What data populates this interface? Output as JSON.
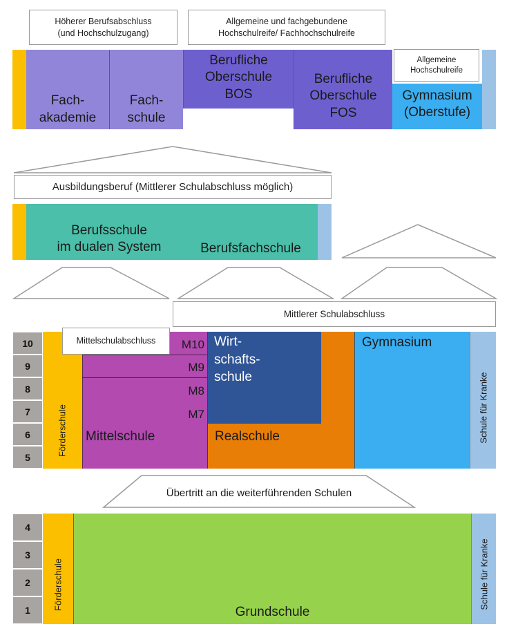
{
  "colors": {
    "orange_bar": "#fbbf00",
    "light_blue_bar": "#9cc3e6",
    "purple_light": "#9185d9",
    "purple_dark": "#6e5fcf",
    "blue_gymnasium": "#3aaef0",
    "teal": "#4bbfa9",
    "magenta": "#b24ab0",
    "wirtschaft": "#2f5597",
    "realschule": "#e97e06",
    "green": "#96d24b",
    "grade_gray": "#a8a4a1"
  },
  "top": {
    "caption_higher": "Höherer Berufsabschluss\n(und Hochschulzugang)",
    "caption_university": "Allgemeine und fachgebundene\nHochschulreife/ Fachhochschulreife",
    "caption_gym_reife": "Allgemeine\nHochschulreife",
    "fachakademie": "Fach-\nakademie",
    "fachschule": "Fach-\nschule",
    "bos": "Berufliche\nOberschule\nBOS",
    "fos": "Berufliche\nOberschule\nFOS",
    "gymnasium_oberstufe": "Gymnasium\n(Oberstufe)"
  },
  "middle": {
    "caption_ausbildung": "Ausbildungsberuf (Mittlerer Schulabschluss möglich)",
    "berufsschule": "Berufsschule\nim dualen System",
    "berufsfachschule": "Berufsfachschule"
  },
  "secondary": {
    "caption_mittlerer": "Mittlerer Schulabschluss",
    "caption_mittelschulabschluss": "Mittelschulabschluss",
    "grades": [
      "10",
      "9",
      "8",
      "7",
      "6",
      "5"
    ],
    "foerderschule": "Förderschule",
    "m_labels": [
      "M10",
      "M9",
      "M8",
      "M7"
    ],
    "mittelschule": "Mittelschule",
    "wirtschaftsschule": "Wirt-\nschafts-\nschule",
    "realschule": "Realschule",
    "gymnasium": "Gymnasium",
    "schule_fuer_kranke": "Schule für Kranke"
  },
  "transition": {
    "caption": "Übertritt an die weiterführenden Schulen"
  },
  "primary": {
    "grades": [
      "4",
      "3",
      "2",
      "1"
    ],
    "foerderschule": "Förderschule",
    "grundschule": "Grundschule",
    "schule_fuer_kranke": "Schule für Kranke"
  }
}
